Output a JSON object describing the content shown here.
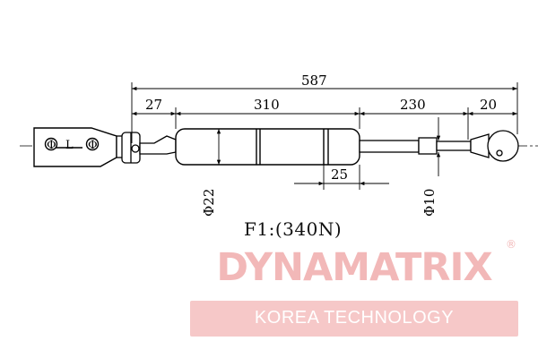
{
  "drawing": {
    "dimensions": {
      "overall_length": "587",
      "end_offset": "27",
      "cylinder_length": "310",
      "rod_length": "230",
      "ball_end_length": "20",
      "collar_length": "25"
    },
    "diameters": {
      "cylinder": "Φ22",
      "rod": "Φ10"
    },
    "bracket_marks": {
      "left": "Φ",
      "center": "L",
      "right": "Φ"
    },
    "force_label": "F1:(340N)"
  },
  "brand": {
    "name": "DYNAMATRIX",
    "registered_mark": "®",
    "tagline": "KOREA TECHNOLOGY",
    "colors": {
      "name": "#f2b8b8",
      "bar": "#f6c8c8",
      "tagline": "#ffffff"
    }
  }
}
